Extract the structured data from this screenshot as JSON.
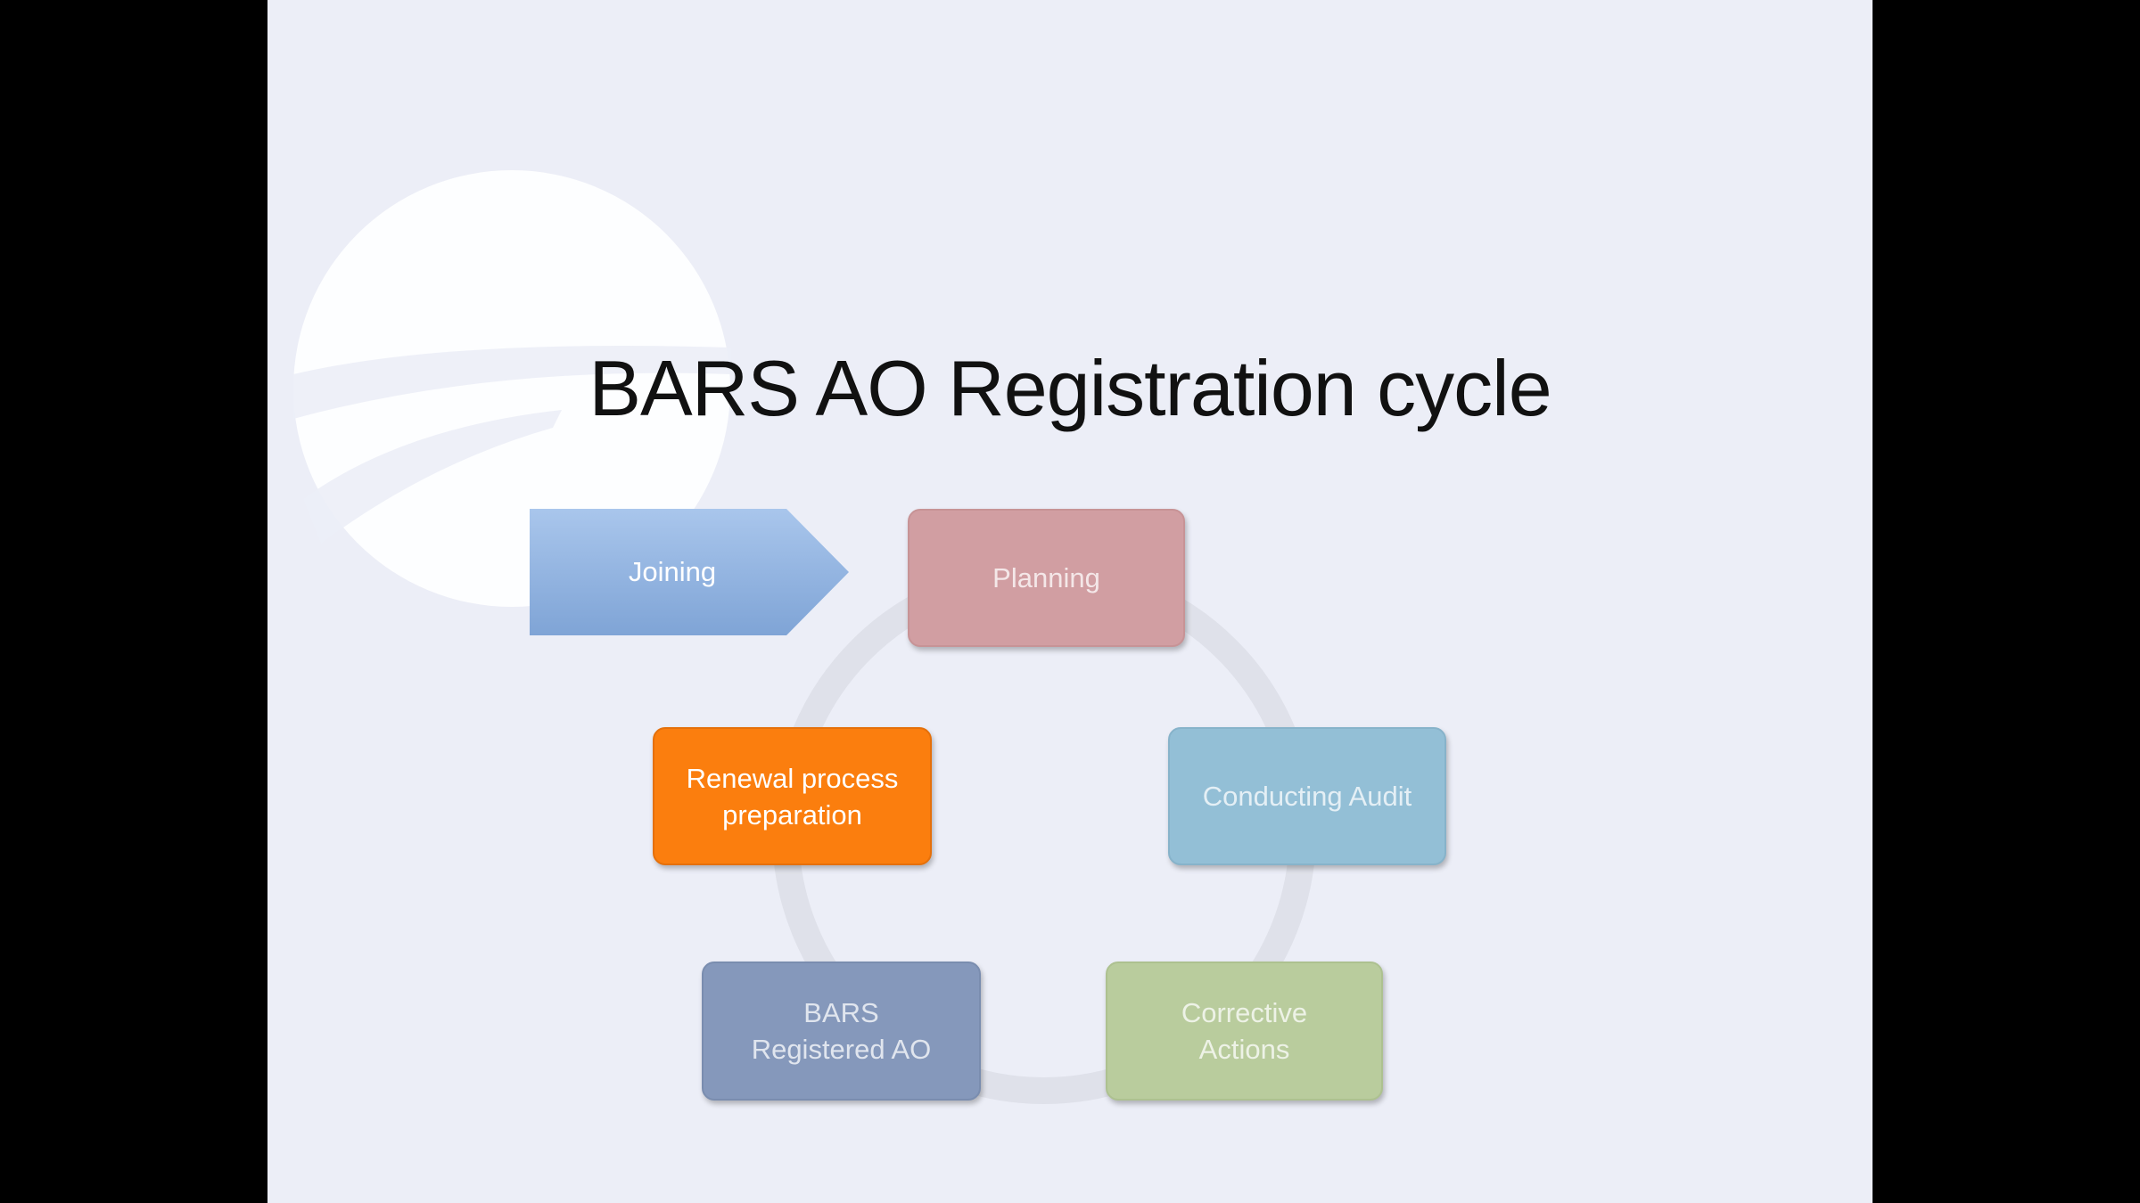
{
  "slide": {
    "title": "BARS AO Registration cycle",
    "entry_step": "Joining",
    "cycle_steps": [
      {
        "label": "Planning",
        "color": "#d19ea2"
      },
      {
        "label": "Conducting Audit",
        "color": "#93bfd6"
      },
      {
        "label": "Corrective Actions",
        "color": "#b9cc9d"
      },
      {
        "label": "BARS Registered AO",
        "color": "#8598bb"
      },
      {
        "label": "Renewal process preparation",
        "color": "#fb7e0e"
      }
    ],
    "highlighted_step": "Renewal process preparation"
  }
}
